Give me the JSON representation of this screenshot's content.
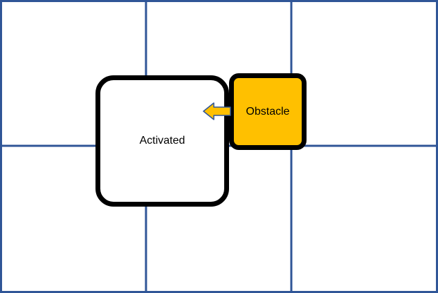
{
  "colors": {
    "background": "#ffffff",
    "grid_line": "#2f5597",
    "node_border": "#000000",
    "activated_fill": "#ffffff",
    "obstacle_fill": "#ffc000",
    "arrow_fill": "#ffc000",
    "arrow_stroke": "#2f5597",
    "text": "#000000"
  },
  "grid": {
    "columns": 3,
    "rows": 2
  },
  "nodes": {
    "activated": {
      "label": "Activated"
    },
    "obstacle": {
      "label": "Obstacle"
    }
  },
  "arrow": {
    "direction": "left",
    "from": "obstacle",
    "to": "activated"
  }
}
